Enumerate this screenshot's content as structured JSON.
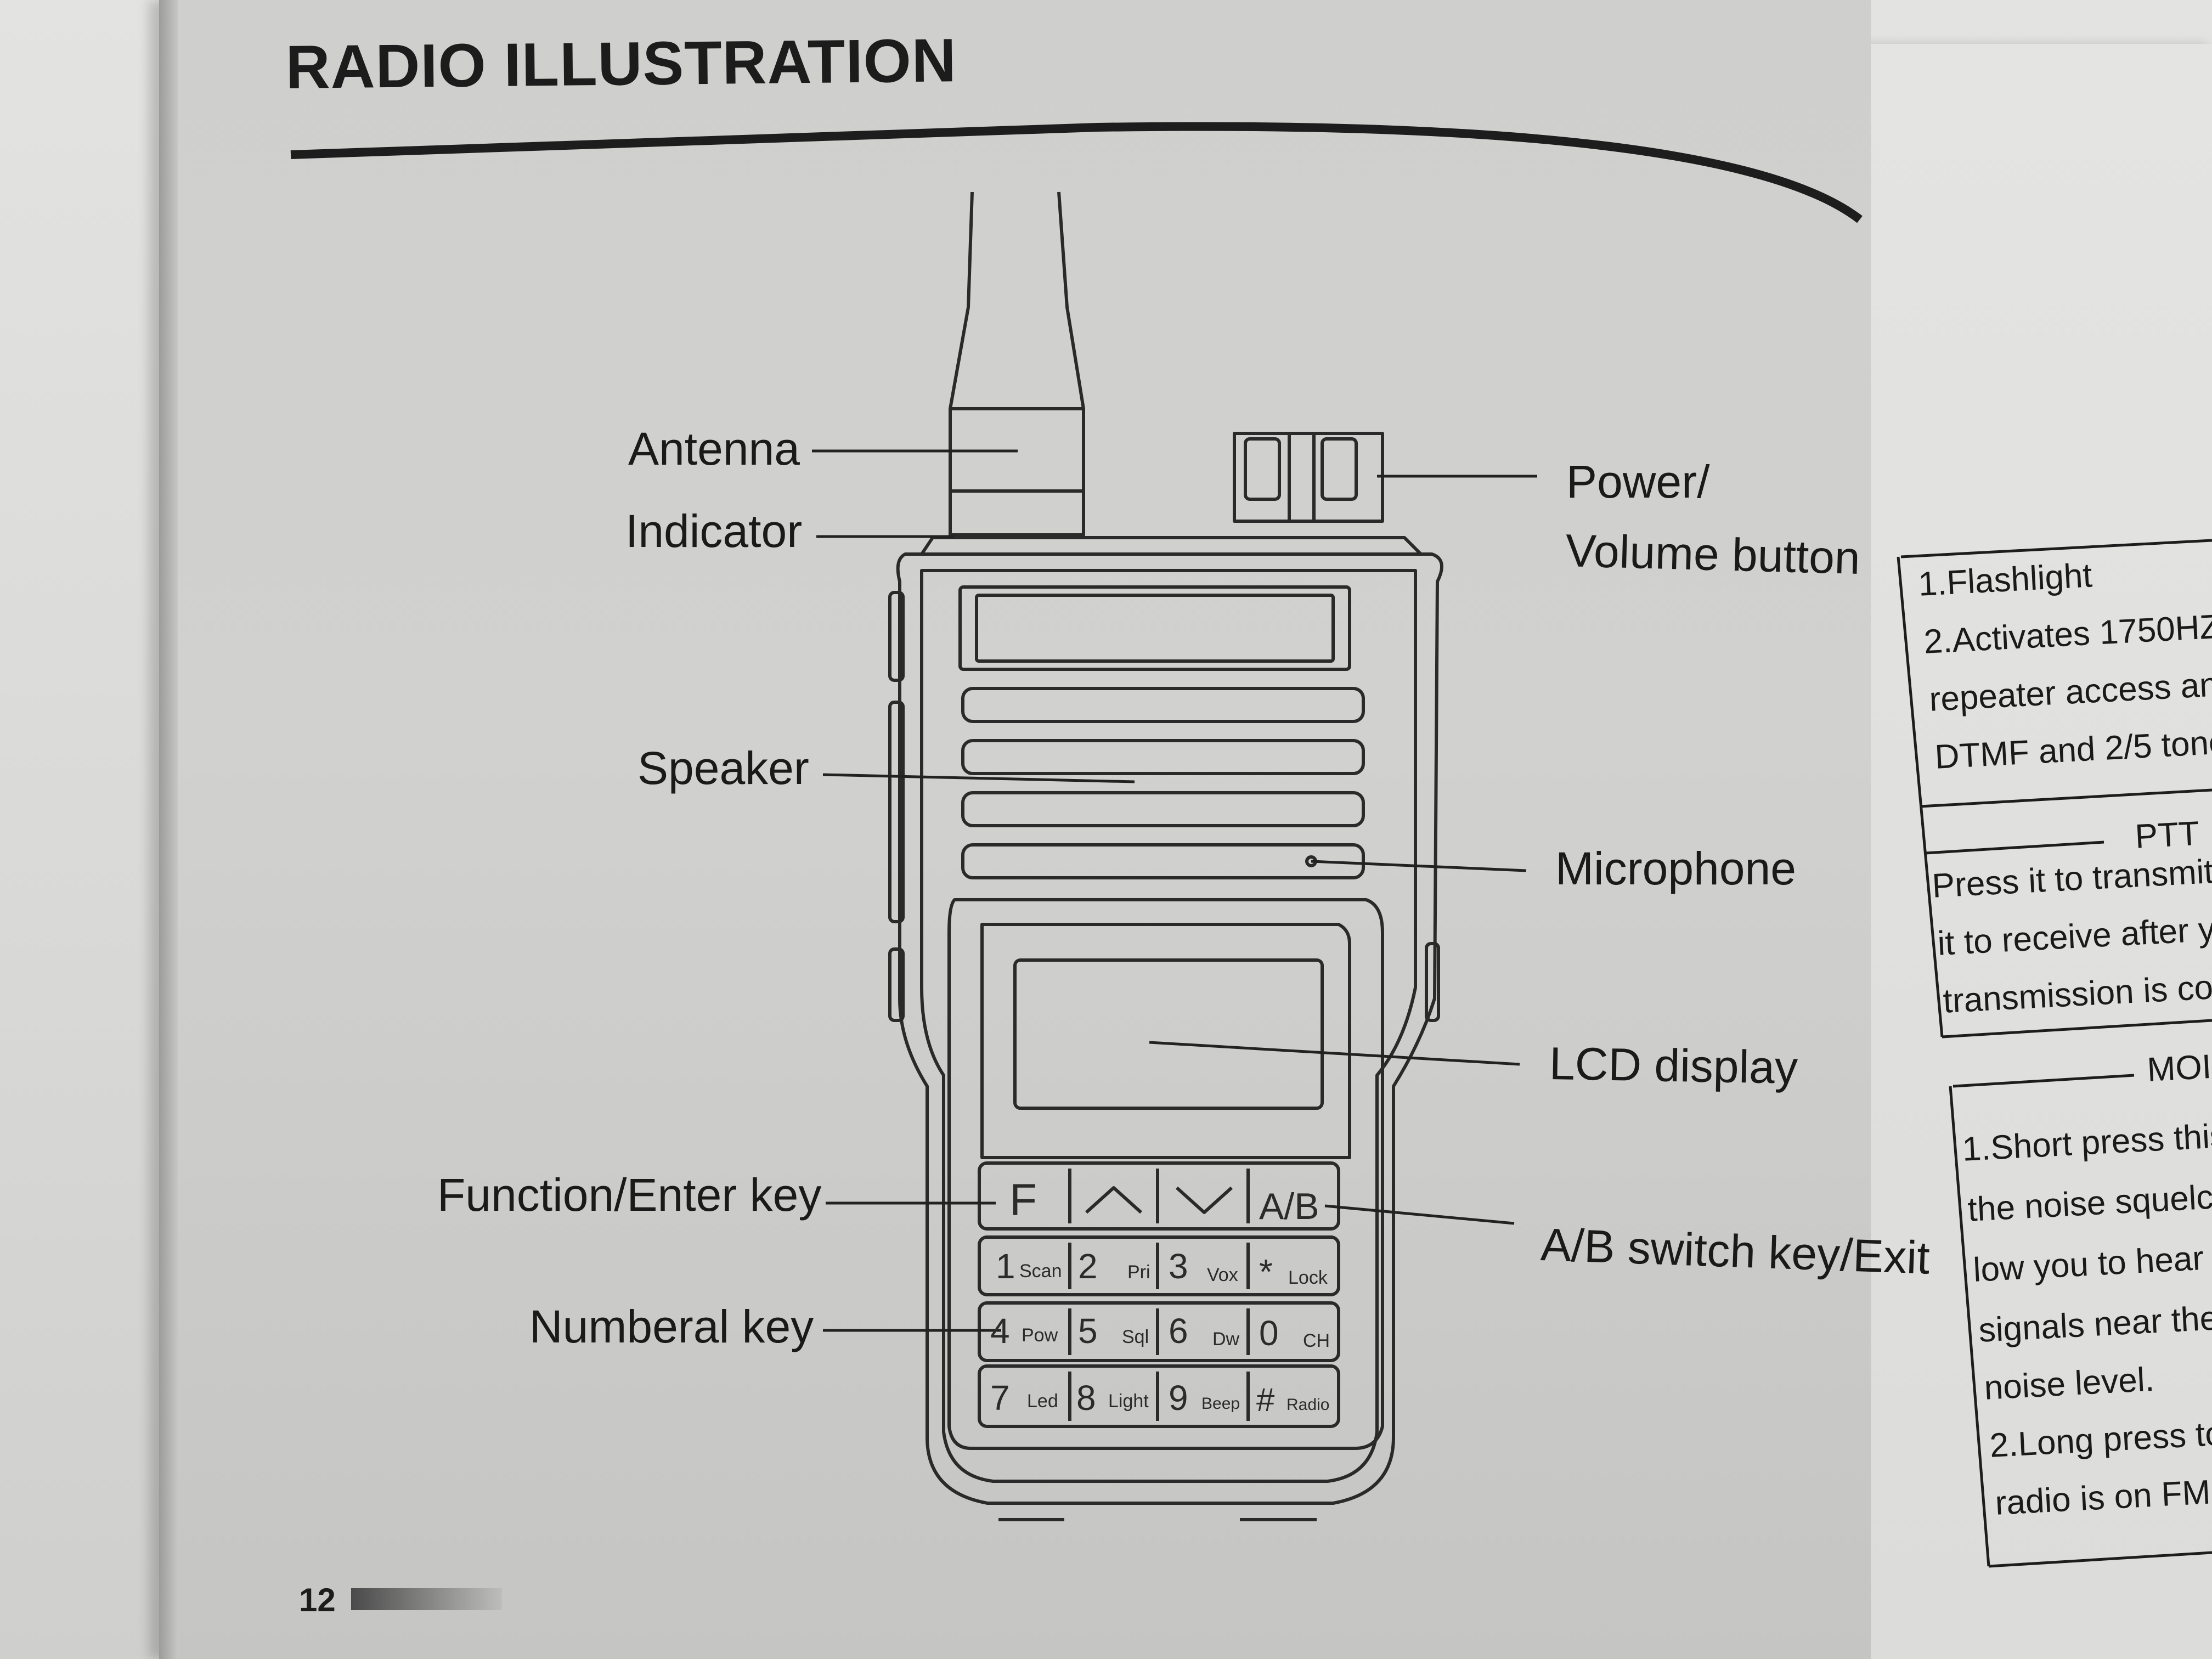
{
  "page": {
    "title": "RADIO ILLUSTRATION",
    "page_number": "12"
  },
  "labels": {
    "antenna": "Antenna",
    "indicator": "Indicator",
    "speaker": "Speaker",
    "function_enter_key": "Function/Enter key",
    "numberal_key": "Numberal key",
    "power_line1": "Power/",
    "power_line2": "Volume button",
    "microphone": "Microphone",
    "lcd_display": "LCD display",
    "ab_switch": "A/B switch key/Exit"
  },
  "keypad": {
    "top_row": [
      "F",
      "^",
      "v",
      "A/B"
    ],
    "rows": [
      [
        {
          "key": "1",
          "sub": "Scan"
        },
        {
          "key": "2",
          "sub": "Pri"
        },
        {
          "key": "3",
          "sub": "Vox"
        },
        {
          "key": "*",
          "sub": "Lock"
        }
      ],
      [
        {
          "key": "4",
          "sub": "Pow"
        },
        {
          "key": "5",
          "sub": "Sql"
        },
        {
          "key": "6",
          "sub": "Dw"
        },
        {
          "key": "0",
          "sub": "CH"
        }
      ],
      [
        {
          "key": "7",
          "sub": "Led"
        },
        {
          "key": "8",
          "sub": "Light"
        },
        {
          "key": "9",
          "sub": "Beep"
        },
        {
          "key": "#",
          "sub": "Radio"
        }
      ]
    ]
  },
  "right_page": {
    "lines": [
      "1.Flashlight",
      "2.Activates 1750HZ",
      "repeater access an",
      "DTMF and 2/5 tone",
      "PTT",
      "Press it to transmit",
      "it to receive after y",
      "transmission is co",
      "MOI",
      "1.Short press this",
      "the noise squelc",
      "low you to hear",
      "signals near the",
      "noise level.",
      "2.Long press to",
      "radio is on FM"
    ]
  }
}
